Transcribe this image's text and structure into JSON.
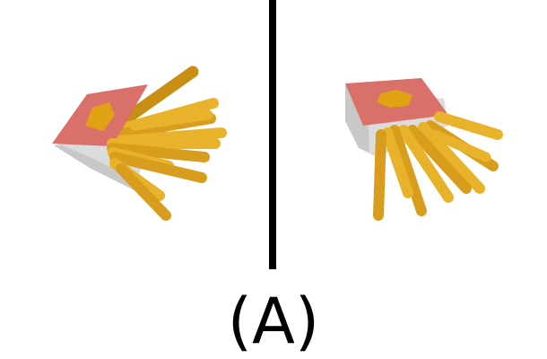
{
  "caption": {
    "label": "(A)"
  },
  "images": [
    {
      "icon": "french-fries-box-icon",
      "view": "left"
    },
    {
      "icon": "french-fries-box-icon",
      "view": "right"
    }
  ],
  "colors": {
    "background": "#ffffff",
    "divider": "#000000",
    "lid": "#d9706a",
    "emblem": "#e0a413",
    "box": "#dcdcdc",
    "fry": "#e8b32a",
    "fry_shadow": "#c98f14"
  }
}
